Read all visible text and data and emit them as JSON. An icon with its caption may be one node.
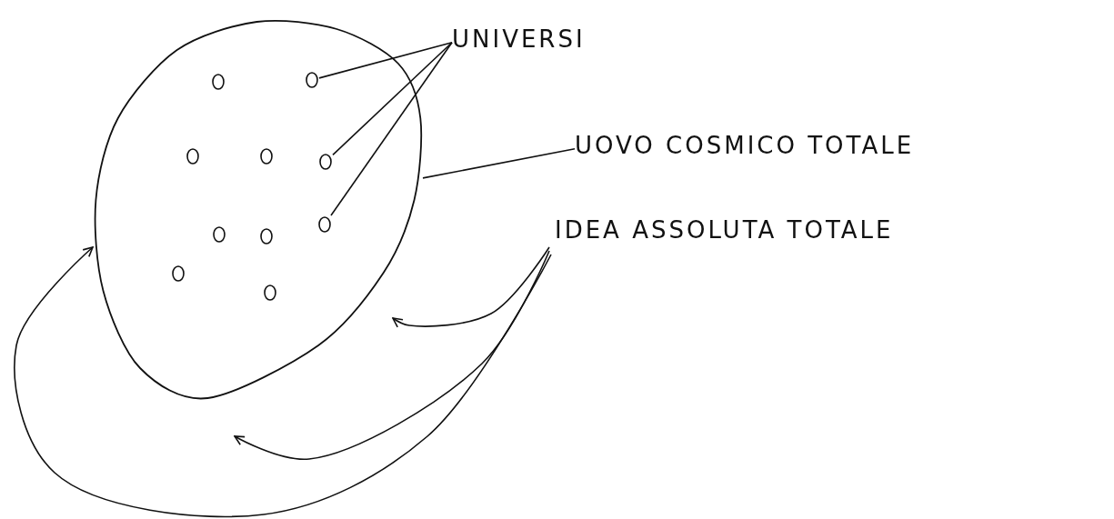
{
  "diagram": {
    "nodes": [
      {
        "text": [
          "UNIVERSI"
        ]
      },
      {
        "text": [
          "UOVO COSMICO TOTALE"
        ]
      },
      {
        "text": [
          "IDEA ASSOLUTA TOTALE"
        ]
      },
      {
        "text": [],
        "shape": "ellipse"
      },
      {
        "text": [],
        "shape": "circle",
        "in": 3
      },
      {
        "text": [],
        "shape": "circle",
        "in": 3
      },
      {
        "text": [],
        "shape": "circle",
        "in": 3
      },
      {
        "text": [],
        "shape": "circle",
        "in": 3
      },
      {
        "text": [],
        "shape": "circle",
        "in": 3
      },
      {
        "text": [],
        "shape": "circle",
        "in": 3
      },
      {
        "text": [],
        "shape": "circle",
        "in": 3
      },
      {
        "text": [],
        "shape": "circle",
        "in": 3
      },
      {
        "text": [],
        "shape": "circle",
        "in": 3
      },
      {
        "text": [],
        "shape": "circle",
        "in": 3
      }
    ],
    "edges": [
      {
        "from": 0,
        "to": 5,
        "arrow": "none"
      },
      {
        "from": 0,
        "to": 8,
        "arrow": "none"
      },
      {
        "from": 0,
        "to": 11,
        "arrow": "none"
      },
      {
        "from": 1,
        "to": 3,
        "arrow": "none"
      },
      {
        "from": 2,
        "to": null,
        "arrow": "to"
      },
      {
        "from": 2,
        "to": null,
        "arrow": "to"
      },
      {
        "from": 2,
        "to": 3,
        "arrow": "to"
      }
    ]
  }
}
